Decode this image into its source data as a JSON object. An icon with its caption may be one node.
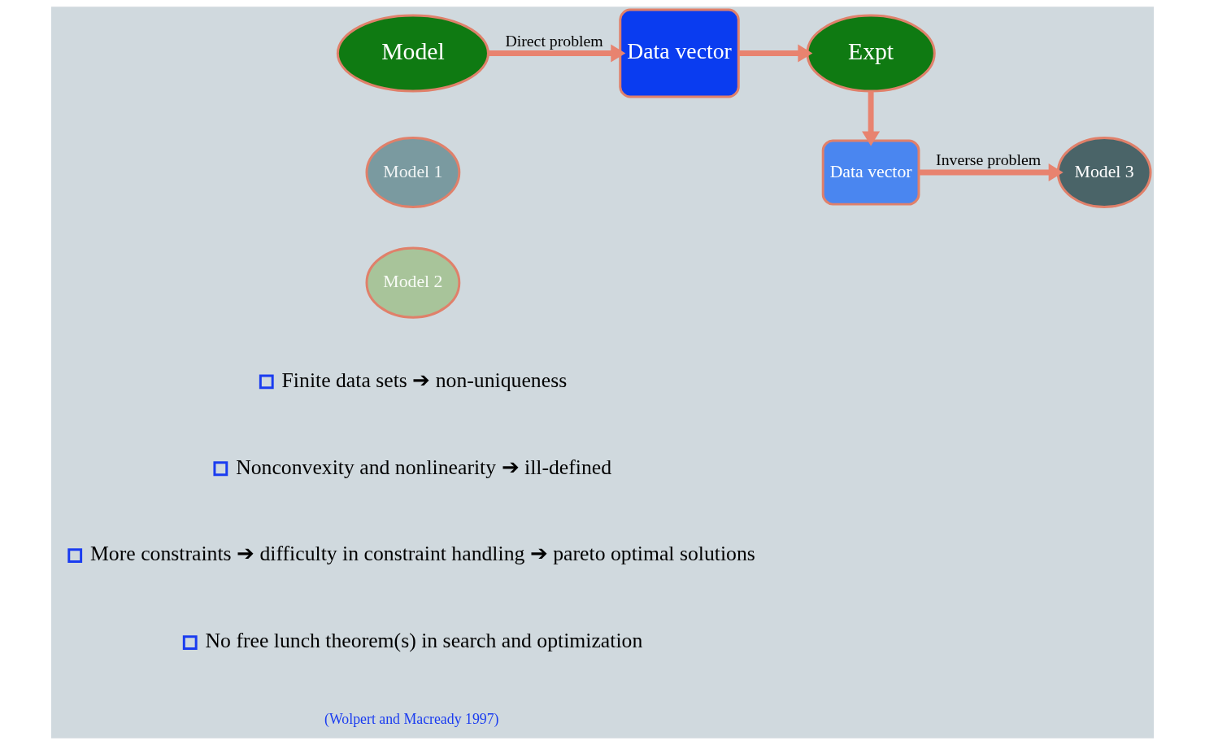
{
  "diagram": {
    "nodes": [
      {
        "text": [
          "Model"
        ]
      },
      {
        "text": [
          "Data vector"
        ]
      },
      {
        "text": [
          "Expt"
        ]
      },
      {
        "text": [
          "Data vector"
        ]
      },
      {
        "text": [
          "Model 1"
        ]
      },
      {
        "text": [
          "Model 2"
        ]
      },
      {
        "text": [
          "Model 3"
        ]
      }
    ],
    "edges": [
      {
        "from": 0,
        "to": 1,
        "arrow": "to",
        "label": "Direct problem"
      },
      {
        "from": 1,
        "to": 2,
        "arrow": "to"
      },
      {
        "from": 2,
        "to": 3,
        "arrow": "to"
      },
      {
        "from": 3,
        "to": 6,
        "arrow": "to",
        "label": "Inverse problem"
      }
    ],
    "labels": [
      "Finite data sets ➔ non-uniqueness",
      "Nonconvexity and nonlinearity ➔ ill-defined",
      "More constraints ➔ difficulty in constraint handling ➔ pareto optimal solutions",
      "No free lunch theorem(s) in search and optimization",
      "(Wolpert and Macready 1997)"
    ]
  }
}
